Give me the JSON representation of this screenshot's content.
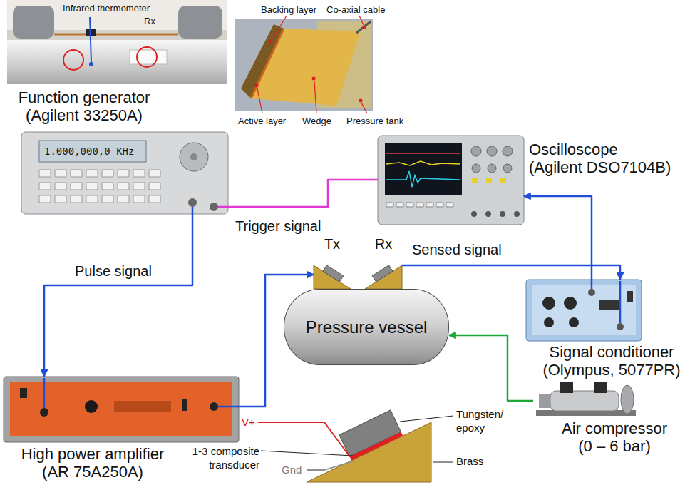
{
  "diagram": {
    "nodes": [
      {
        "text": [
          "Function generator",
          "(Agilent 33250A)"
        ]
      },
      {
        "text": [
          "Oscilloscope",
          "(Agilent DSO7104B)"
        ]
      },
      {
        "text": [
          "Tx"
        ]
      },
      {
        "text": [
          "Rx"
        ]
      },
      {
        "text": [
          "Signal conditioner",
          "(Olympus, 5077PR)"
        ]
      },
      {
        "text": [
          "Pressure vessel"
        ]
      },
      {
        "text": [
          "High power amplifier",
          "(AR 75A250A)"
        ]
      },
      {
        "text": [
          "Air compressor",
          "(0 – 6 bar)"
        ]
      }
    ],
    "edges": [
      {
        "from": 0,
        "to": 1,
        "arrow": "none",
        "label": "Trigger signal"
      },
      {
        "from": 0,
        "to": 6,
        "arrow": "to",
        "label": "Pulse signal"
      },
      {
        "from": 6,
        "to": 2,
        "arrow": "to"
      },
      {
        "from": 3,
        "to": 4,
        "arrow": "to",
        "label": "Sensed signal"
      },
      {
        "from": 4,
        "to": 1,
        "arrow": "to"
      },
      {
        "from": 7,
        "to": 5,
        "arrow": "to"
      }
    ],
    "labels": [
      "Infrared thermometer",
      "Rx",
      "Backing layer",
      "Co-axial cable",
      "Active layer",
      "Wedge",
      "Pressure tank",
      "1.000,000,0 KHz",
      "V+",
      "1-3 composite transducer",
      "Gnd",
      "Tungsten/ epoxy",
      "Brass"
    ]
  }
}
